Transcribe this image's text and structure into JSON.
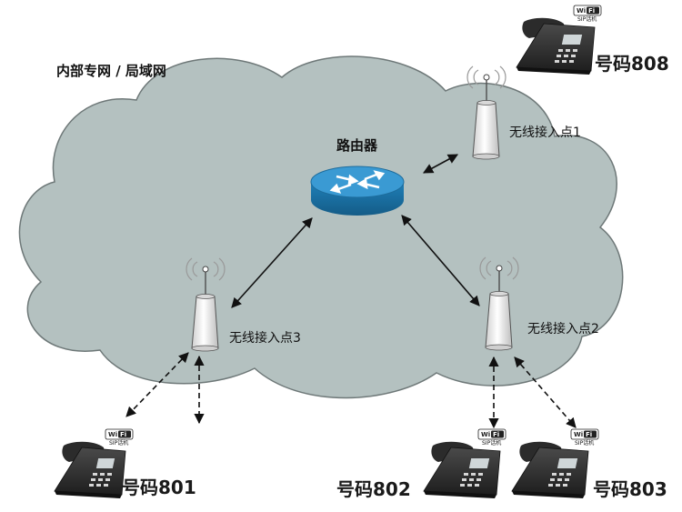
{
  "network_label": "内部专网 / 局域网",
  "router": {
    "label": "路由器"
  },
  "access_points": [
    {
      "id": "ap1",
      "label": "无线接入点1"
    },
    {
      "id": "ap2",
      "label": "无线接入点2"
    },
    {
      "id": "ap3",
      "label": "无线接入点3"
    }
  ],
  "phones": [
    {
      "id": "p808",
      "label": "号码808"
    },
    {
      "id": "p801",
      "label": "号码801"
    },
    {
      "id": "p802",
      "label": "号码802"
    },
    {
      "id": "p803",
      "label": "号码803"
    }
  ],
  "wifi_badge": {
    "wi": "Wi",
    "fi": "Fi",
    "sip": "SIP话机"
  },
  "colors": {
    "cloud_fill": "#b4c1c0",
    "cloud_stroke": "#6e7878",
    "router_blue": "#2a8cc4",
    "arrow": "#111111",
    "ap_body": "#eaeaea"
  }
}
